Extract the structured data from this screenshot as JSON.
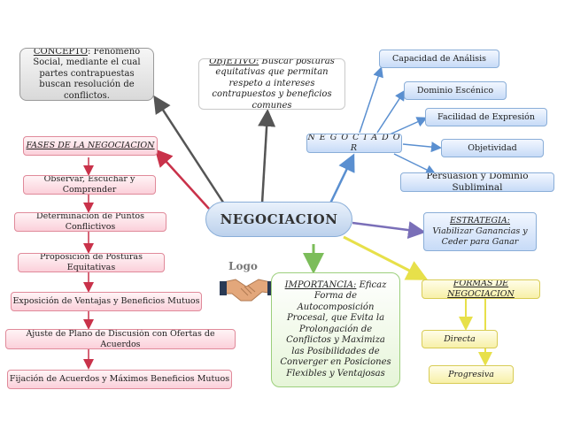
{
  "center": {
    "label": "NEGOCIACION"
  },
  "concepto": {
    "label": "CONCEPTO",
    "text": ": Fenómeno Social, mediante el cual partes contrapuestas buscan resolución de conflictos."
  },
  "objetivo": {
    "label": "OBJETIVO:",
    "text": " Buscar posturas equitativas que permitan respeto a intereses contrapuestos y beneficios comunes"
  },
  "negociador": {
    "label": "N E G O C I A D O R",
    "items": [
      "Capacidad de Análisis",
      "Dominio Escénico",
      "Facilidad de Expresión",
      "Objetividad",
      "Persuasión y Dominio Subliminal"
    ]
  },
  "fases": {
    "label": "FASES DE LA NEGOCIACION",
    "steps": [
      "Observar, Escuchar y Comprender",
      "Determinación de Puntos Conflictivos",
      "Proposición de Posturas Equitativas",
      "Exposición de Ventajas y Beneficios Mutuos",
      "Ajuste de Plano de Discusión con Ofertas de Acuerdos",
      "Fijación de Acuerdos y Máximos Beneficios Mutuos"
    ]
  },
  "estrategia": {
    "label": "ESTRATEGIA:",
    "text": "Viabilizar Ganancias y Ceder para Ganar"
  },
  "importancia": {
    "label": "IMPORTANCIA:",
    "text": " Eficaz Forma de Autocomposición Procesal, que Evita la Prolongación de Conflictos y Maximiza las Posibilidades de Converger en Posiciones Flexibles y Ventajosas"
  },
  "formas": {
    "label": "FORMAS DE NEGOCIACION",
    "items": [
      "Directa",
      "Progresiva"
    ]
  },
  "logo": {
    "label": "Logo"
  },
  "colors": {
    "pink_arrow": "#c9324a",
    "grey_arrow": "#555555",
    "blue_arrow": "#5a8fd0",
    "green_arrow": "#7cbd5a",
    "yellow_arrow": "#e7e04a",
    "purple_arrow": "#7a6fb8"
  }
}
